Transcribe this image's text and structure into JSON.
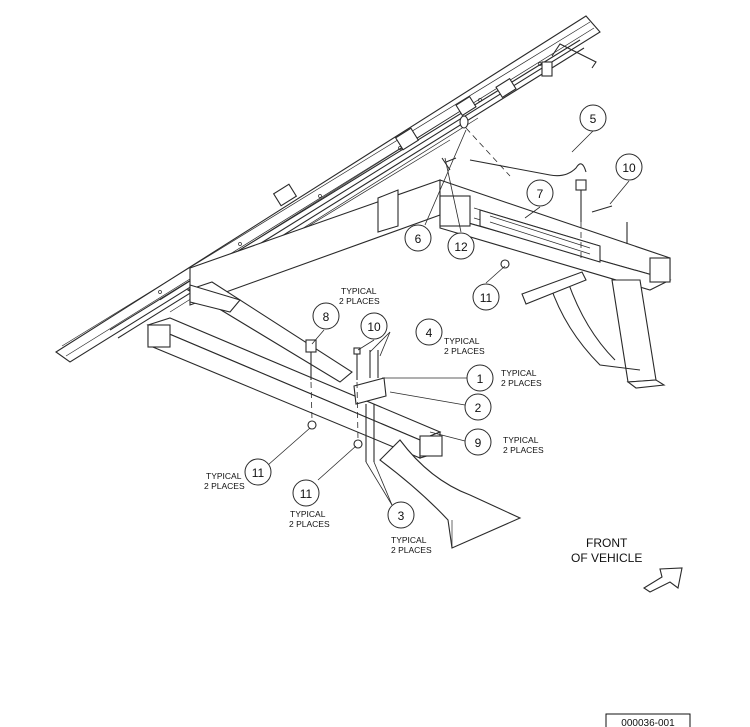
{
  "callouts": [
    {
      "id": "c5",
      "num": "5"
    },
    {
      "id": "c10a",
      "num": "10"
    },
    {
      "id": "c7",
      "num": "7"
    },
    {
      "id": "c6",
      "num": "6"
    },
    {
      "id": "c12",
      "num": "12"
    },
    {
      "id": "c11a",
      "num": "11"
    },
    {
      "id": "c8",
      "num": "8"
    },
    {
      "id": "c10b",
      "num": "10"
    },
    {
      "id": "c4",
      "num": "4"
    },
    {
      "id": "c1",
      "num": "1"
    },
    {
      "id": "c2",
      "num": "2"
    },
    {
      "id": "c9",
      "num": "9"
    },
    {
      "id": "c11b",
      "num": "11"
    },
    {
      "id": "c11c",
      "num": "11"
    },
    {
      "id": "c3",
      "num": "3"
    }
  ],
  "notes": {
    "typical": "TYPICAL",
    "two_places": "2 PLACES"
  },
  "front_label": {
    "line1": "FRONT",
    "line2": "OF VEHICLE"
  },
  "doc_id": "000036-001"
}
